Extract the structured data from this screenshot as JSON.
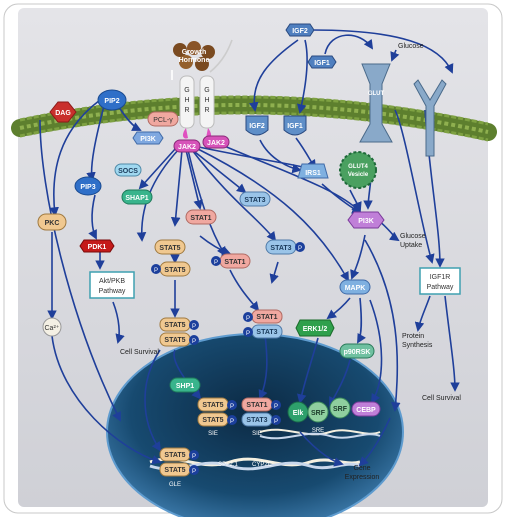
{
  "colors": {
    "frame_bg": "#d9d9dc",
    "membrane": "#6e8e3b",
    "membrane_head": "#7ea142",
    "nucleus_outer": "#1e4c70",
    "nucleus_inner": "#0f2f4a",
    "arrow": "#1f3f9a",
    "stat5": "#f0c890",
    "stat1": "#f0a8a0",
    "stat3": "#9ac4e8",
    "phospho": "#1b3f9c",
    "jak2": "#d653b9",
    "pip2": "#2f6fc8",
    "dag": "#c9302c",
    "pkc": "#f0c890",
    "pdk1": "#c41a1a",
    "socs": "#a0d8f0",
    "shp": "#39b48c",
    "mapk": "#7fb0e0",
    "erk": "#2fa04c",
    "p90": "#6fc0a0",
    "elk": "#2ea06c",
    "srf": "#8fcf9f",
    "cebp": "#c07fd8",
    "igf": "#4f7fbf",
    "glut4": "#4aa060",
    "receptor": "#89a9c9"
  },
  "labels": {
    "growth_hormone": [
      "Growth",
      "Hormone"
    ],
    "ghr": [
      "G",
      "H",
      "R"
    ],
    "dag": "DAG",
    "pip2": "PIP2",
    "pclg": "PCL-γ",
    "pi3k_left": "PI3K",
    "jak2_left": "JAK2",
    "jak2_right": "JAK2",
    "socs": "SOCS",
    "shap1": "SHAP1",
    "pip3": "PIP3",
    "pkc": "PKC",
    "pdk1": "PDK1",
    "akt": [
      "Akt/PKB",
      "Pathway"
    ],
    "ca": "Ca²⁺",
    "cell_survival_left": "Cell Survival",
    "stat5_a": "STAT5",
    "stat1_a": "STAT1",
    "stat3_a": "STAT3",
    "stat5_b": "STAT5",
    "stat1_b": "STAT1",
    "stat3_b": "STAT3",
    "stat5_dimer": [
      "STAT5",
      "STAT5"
    ],
    "stat13_dimer": [
      "STAT1",
      "STAT3"
    ],
    "igf2_top": "IGF2",
    "igf1_top": "IGF1",
    "igf2_rec": "IGF2",
    "igf1_rec": "IGF1",
    "glucose": "Glucose",
    "glut": "GLUT",
    "glut4": [
      "GLUT4",
      "Vesicle"
    ],
    "irs1": "IRS1",
    "pi3k_right": "PI3K",
    "glucose_uptake": [
      "Glucose",
      "Uptake"
    ],
    "igf1r": [
      "IGF1R",
      "Pathway"
    ],
    "protein_synthesis": [
      "Protein",
      "Synthesis"
    ],
    "cell_survival_right": "Cell Survival",
    "mapk": "MAPK",
    "erk": "ERK1/2",
    "p90": "p90RSK",
    "shp1": "SHP1",
    "nuc_stat5": [
      "STAT5",
      "STAT5"
    ],
    "nuc_stat13": [
      "STAT1",
      "STAT3"
    ],
    "sie_left": "SIE",
    "sie_right": "SIE",
    "elk": "Elk",
    "srf_a": "SRF",
    "srf_b": "SRF",
    "sre": "SRE",
    "cebp": "CEBP",
    "gle_stat5": [
      "STAT5",
      "STAT5"
    ],
    "gle": "GLE",
    "spi21": "SPI 2.1",
    "cyp": "CYP2C",
    "gene_expression": [
      "Gene",
      "Expression"
    ],
    "p": "P"
  }
}
